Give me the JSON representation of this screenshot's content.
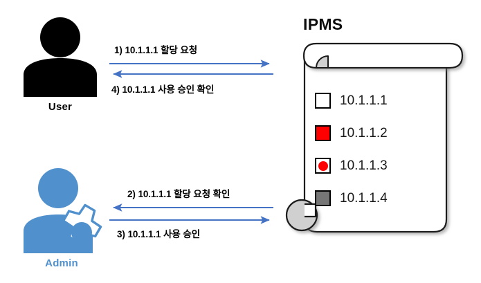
{
  "diagram": {
    "title": "IPMS IP allocation request flow",
    "background": "#FFFFFF",
    "arrow_color": "#4472C4",
    "admin_color": "#4F90CD",
    "user_color": "#000000"
  },
  "actors": [
    {
      "id": "user",
      "label": "User",
      "icon": "person-icon",
      "color": "#000000"
    },
    {
      "id": "admin",
      "label": "Admin",
      "icon": "person-gear-icon",
      "color": "#4F90CD"
    }
  ],
  "messages": [
    {
      "step": "1)",
      "text": "1)  10.1.1.1 할당 요청",
      "direction": "right",
      "from": "user",
      "to": "ipms"
    },
    {
      "step": "4)",
      "text": "4)  10.1.1.1 사용 승인 확인",
      "direction": "left",
      "from": "ipms",
      "to": "user"
    },
    {
      "step": "2)",
      "text": "2)  10.1.1.1 할당 요청 확인",
      "direction": "left",
      "from": "ipms",
      "to": "admin"
    },
    {
      "step": "3)",
      "text": "3)  10.1.1.1 사용 승인",
      "direction": "right",
      "from": "admin",
      "to": "ipms"
    }
  ],
  "ipms": {
    "title": "IPMS",
    "entries": [
      {
        "address": "10.1.1.1",
        "status": "available",
        "swatch": "white-square",
        "fill": "#FFFFFF",
        "dot": null
      },
      {
        "address": "10.1.1.2",
        "status": "assigned",
        "swatch": "red-square",
        "fill": "#FF0000",
        "dot": null
      },
      {
        "address": "10.1.1.3",
        "status": "pending",
        "swatch": "red-dot-square",
        "fill": "#FFFFFF",
        "dot": "#FF0000"
      },
      {
        "address": "10.1.1.4",
        "status": "reserved",
        "swatch": "gray-square",
        "fill": "#767676",
        "dot": null
      }
    ]
  }
}
